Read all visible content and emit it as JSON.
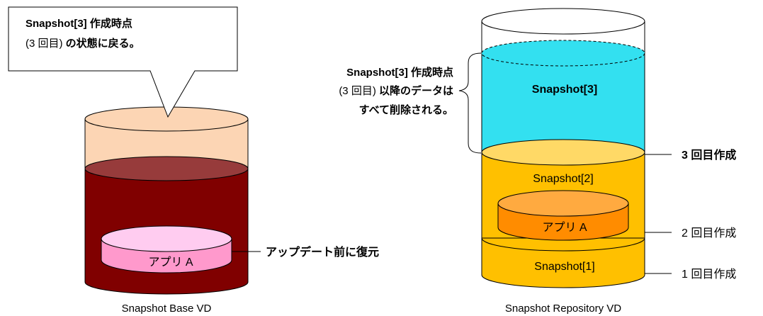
{
  "left": {
    "callout_line1": "Snapshot[3] 作成時点",
    "callout_line2a": "(3 回目)",
    "callout_line2b": " の状態に戻る。",
    "app_label": "アプリ A",
    "app_note": "アップデート前に復元",
    "caption": "Snapshot Base VD"
  },
  "right": {
    "brace_line1": "Snapshot[3] 作成時点",
    "brace_line2a": "(3 回目)",
    "brace_line2b": " 以降のデータは",
    "brace_line3": "すべて削除される。",
    "snap3": "Snapshot[3]",
    "snap2": "Snapshot[2]",
    "snap1": "Snapshot[1]",
    "app_label": "アプリ A",
    "mark3": "3 回目作成",
    "mark2": "2 回目作成",
    "mark1": "1 回目作成",
    "caption": "Snapshot Repository VD"
  },
  "colors": {
    "base_top": "#fcd5b4",
    "base_body": "#800000",
    "base_rim": "#973b3b",
    "app_pink": "#ff99cc",
    "app_pink_top": "#ffccf0",
    "cyan": "#33e0f0",
    "yellow": "#ffc000",
    "yellow_top": "#ffd966",
    "orange": "#ff8c00",
    "orange_top": "#ffaa40"
  }
}
